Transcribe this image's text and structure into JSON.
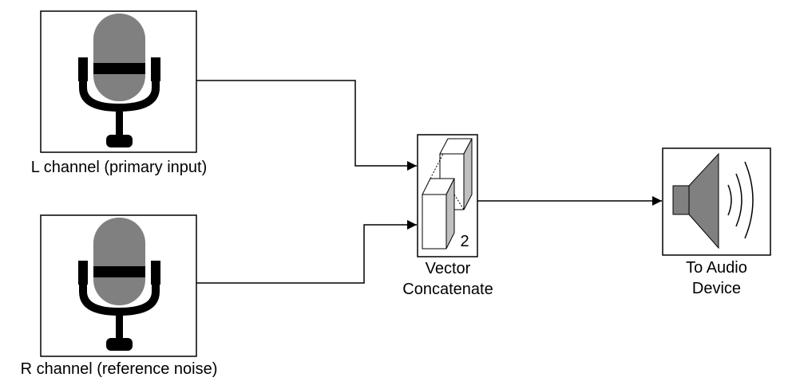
{
  "blocks": {
    "left_mic": {
      "label": "L channel (primary input)",
      "icon": "microphone-icon"
    },
    "right_mic": {
      "label": "R channel (reference noise)",
      "icon": "microphone-icon"
    },
    "concat": {
      "label_line1": "Vector",
      "label_line2": "Concatenate",
      "port_count": "2",
      "icon": "vector-concatenate-icon"
    },
    "audio_out": {
      "label_line1": "To Audio",
      "label_line2": "Device",
      "icon": "speaker-icon"
    }
  },
  "colors": {
    "block_border": "#000000",
    "icon_gray": "#808080",
    "icon_black": "#000000",
    "background": "#ffffff"
  }
}
